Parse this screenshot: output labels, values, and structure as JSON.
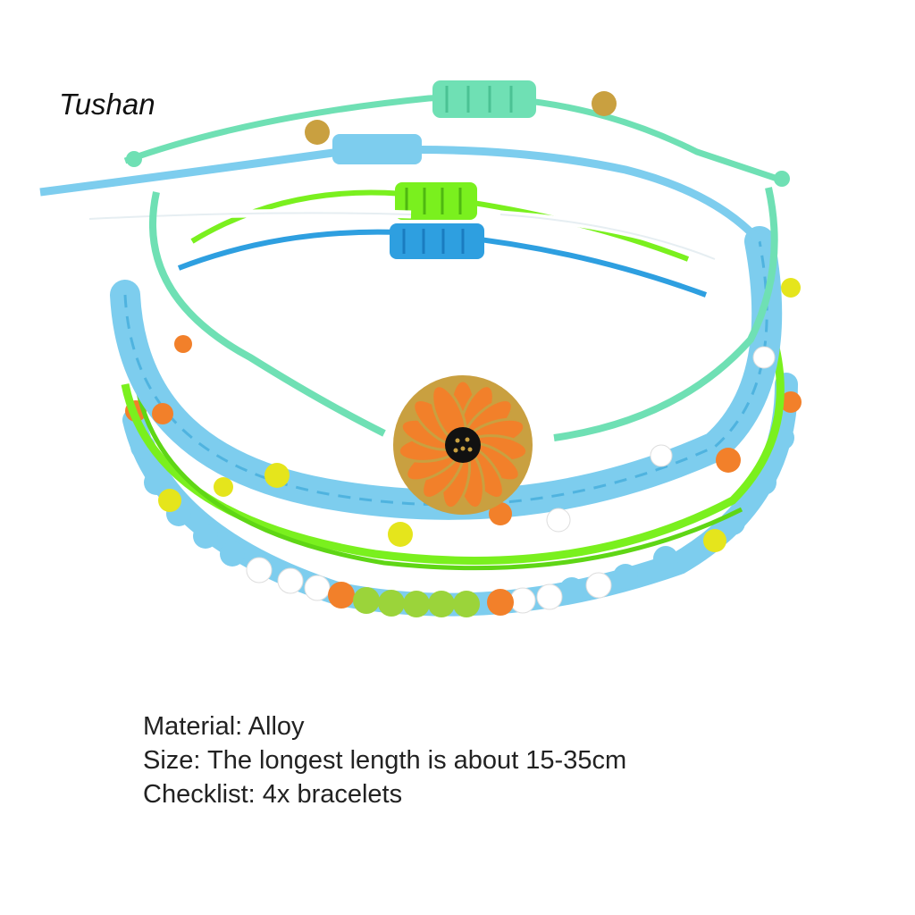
{
  "brand": "Tushan",
  "product_image": {
    "icon": "bracelet-set-image"
  },
  "specs": {
    "material": "Material: Alloy",
    "size": "Size: The longest length is about 15-35cm",
    "checklist": "Checklist: 4x bracelets"
  },
  "colors": {
    "mint": "#6FE0B4",
    "sky": "#7DCDEE",
    "azure": "#2E9FE0",
    "lime": "#7AF01E",
    "orange": "#F2802A",
    "yellow": "#E5E51C",
    "white": "#FFFFFF",
    "gold": "#C9A040"
  }
}
